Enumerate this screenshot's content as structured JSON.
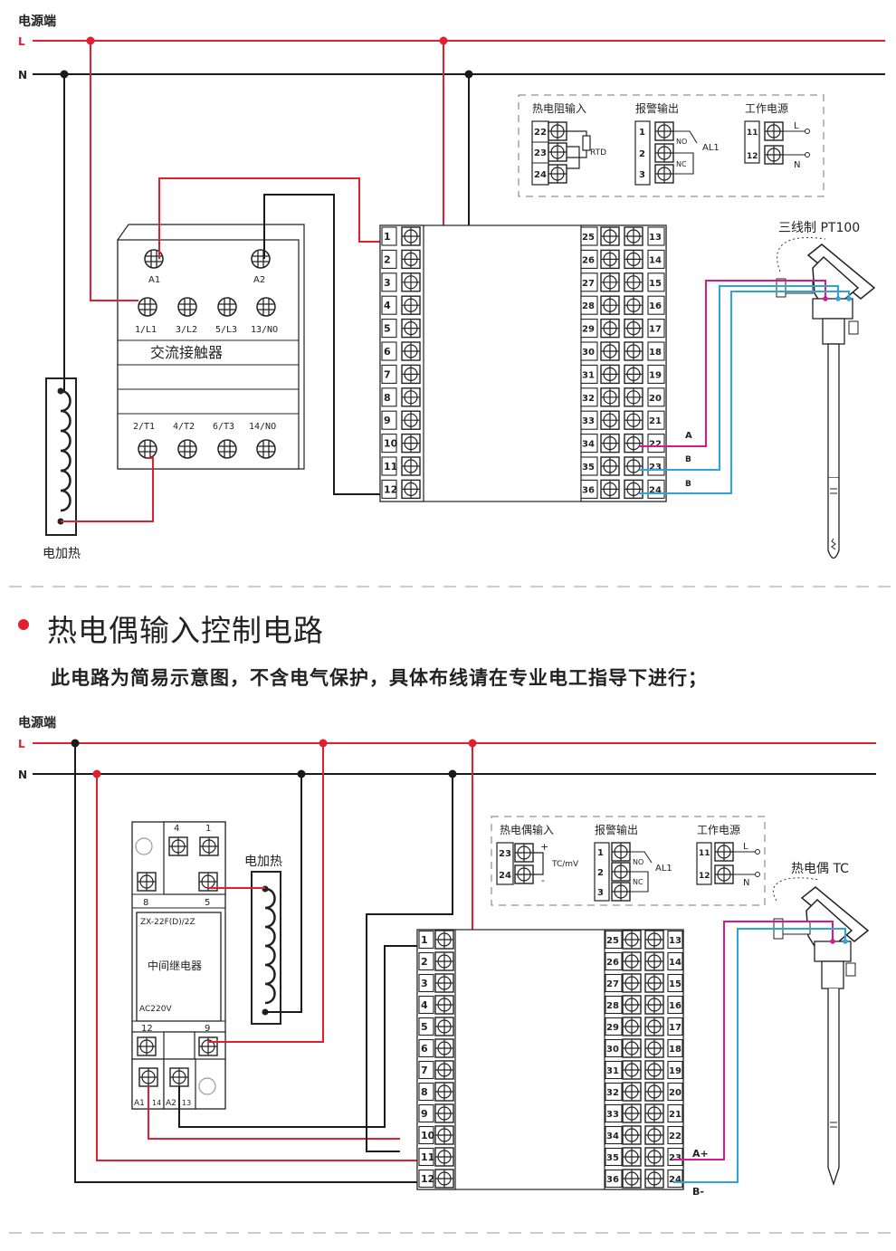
{
  "colors": {
    "live": "#e0202f",
    "neutral": "#1a1a1a",
    "sensor_pink": "#d6198f",
    "sensor_blue": "#2ea3dc"
  },
  "section2": {
    "heading": "热电偶输入控制电路",
    "note": "此电路为简易示意图，不含电气保护，具体布线请在专业电工指导下进行；"
  },
  "common": {
    "power_source": "电源端",
    "line_l": "L",
    "line_n": "N",
    "heater": "电加热",
    "alarm_title": "报警输出",
    "power_title": "工作电源",
    "no": "NO",
    "nc": "NC",
    "al1": "AL1",
    "pwr_l": "L",
    "pwr_n": "N",
    "t1": "1",
    "t2": "2",
    "t3": "3",
    "t11": "11",
    "t12": "12"
  },
  "diagram1": {
    "rtd_title": "热电阻输入",
    "rtd_label": "RTD",
    "t22": "22",
    "t23": "23",
    "t24": "24",
    "contactor": {
      "a1": "A1",
      "a2": "A2",
      "l1": "1/L1",
      "l2": "3/L2",
      "l3": "5/L3",
      "no13": "13/NO",
      "name": "交流接触器",
      "t1": "2/T1",
      "t2": "4/T2",
      "t3": "6/T3",
      "no14": "14/NO"
    },
    "sensor_title": "三线制 PT100",
    "wire_a": "A",
    "wire_b1": "B",
    "wire_b2": "B"
  },
  "diagram2": {
    "tc_title": "热电偶输入",
    "tc_label": "TC/mV",
    "plus": "+",
    "minus": "-",
    "t23": "23",
    "t24": "24",
    "relay": {
      "p4": "4",
      "p1": "1",
      "p8": "8",
      "p5": "5",
      "model": "ZX-22F(D)/2Z",
      "name": "中间继电器",
      "voltage": "AC220V",
      "p12": "12",
      "p9": "9",
      "a1": "A1",
      "a14": "14",
      "a2": "A2",
      "a13": "13"
    },
    "sensor_title": "热电偶 TC",
    "wire_ap": "A+",
    "wire_bm": "B-"
  },
  "controller": {
    "left_terminals": [
      "1",
      "2",
      "3",
      "4",
      "5",
      "6",
      "7",
      "8",
      "9",
      "10",
      "11",
      "12"
    ],
    "inner_left": [
      "25",
      "26",
      "27",
      "28",
      "29",
      "30",
      "31",
      "32",
      "33",
      "34",
      "35",
      "36"
    ],
    "right_terminals": [
      "13",
      "14",
      "15",
      "16",
      "17",
      "18",
      "19",
      "20",
      "21",
      "22",
      "23",
      "24"
    ]
  }
}
